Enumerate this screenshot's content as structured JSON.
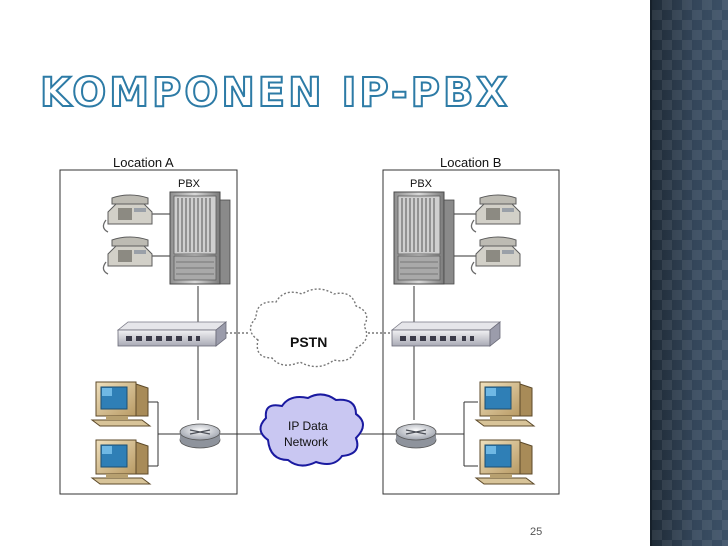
{
  "slide": {
    "title": "KOMPONEN IP-PBX",
    "page_number": "25"
  },
  "diagram": {
    "location_a": {
      "label": "Location A",
      "pbx_label": "PBX"
    },
    "location_b": {
      "label": "Location B",
      "pbx_label": "PBX"
    },
    "pstn_label": "PSTN",
    "ip_network_label_line1": "IP Data",
    "ip_network_label_line2": "Network"
  },
  "colors": {
    "title_outline": "#2d7ba6",
    "side_panel": "#2a3847",
    "ip_cloud_fill": "#c9c7f2",
    "ip_cloud_stroke": "#1a1aa0"
  }
}
